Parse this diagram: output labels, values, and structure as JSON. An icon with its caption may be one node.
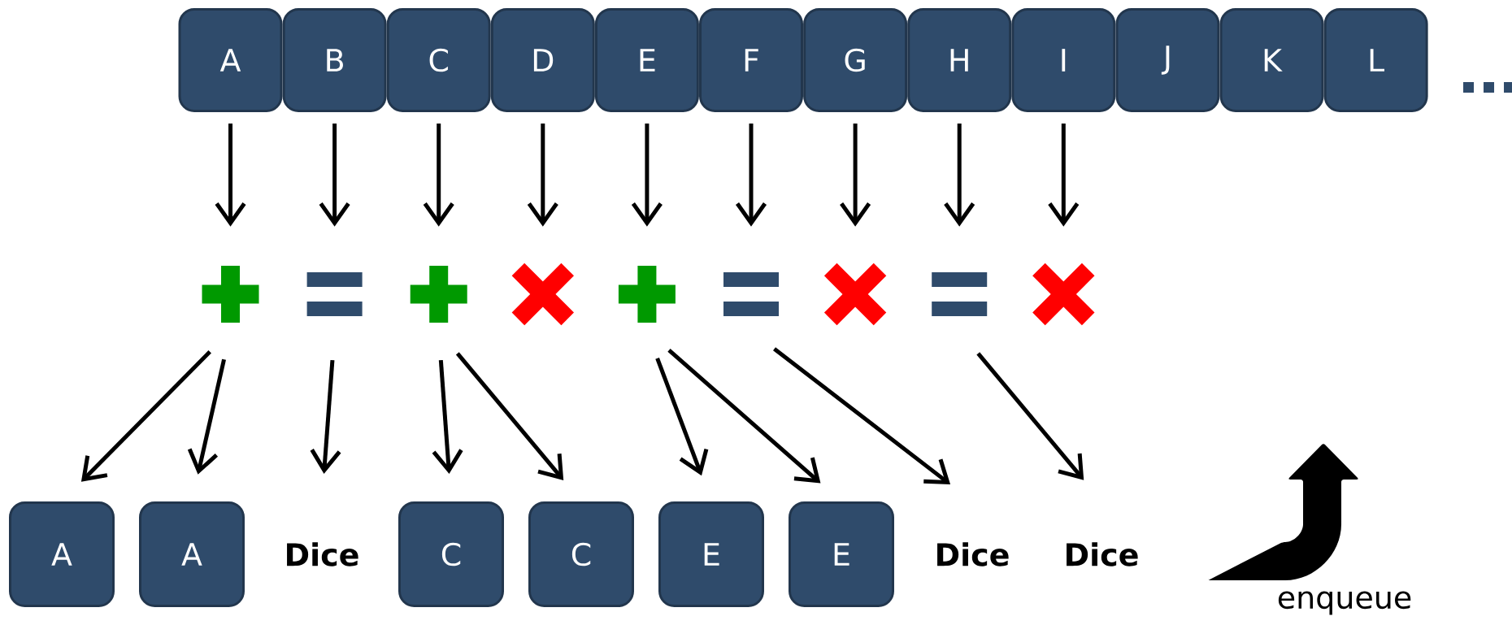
{
  "diagram": {
    "nodes": [
      {
        "text": [
          "A"
        ]
      },
      {
        "text": [
          "B"
        ]
      },
      {
        "text": [
          "C"
        ]
      },
      {
        "text": [
          "D"
        ]
      },
      {
        "text": [
          "E"
        ]
      },
      {
        "text": [
          "F"
        ]
      },
      {
        "text": [
          "G"
        ]
      },
      {
        "text": [
          "H"
        ]
      },
      {
        "text": [
          "I"
        ]
      },
      {
        "text": [
          "J"
        ]
      },
      {
        "text": [
          "K"
        ]
      },
      {
        "text": [
          "L"
        ]
      },
      {
        "text": [],
        "shape": "plus"
      },
      {
        "text": [],
        "shape": "equals"
      },
      {
        "text": [],
        "shape": "plus"
      },
      {
        "text": [],
        "shape": "cross"
      },
      {
        "text": [],
        "shape": "plus"
      },
      {
        "text": [],
        "shape": "equals"
      },
      {
        "text": [],
        "shape": "cross"
      },
      {
        "text": [],
        "shape": "equals"
      },
      {
        "text": [],
        "shape": "cross"
      },
      {
        "text": [
          "A"
        ]
      },
      {
        "text": [
          "A"
        ]
      },
      {
        "text": [
          "Dice"
        ]
      },
      {
        "text": [
          "C"
        ]
      },
      {
        "text": [
          "C"
        ]
      },
      {
        "text": [
          "E"
        ]
      },
      {
        "text": [
          "E"
        ]
      },
      {
        "text": [
          "Dice"
        ]
      },
      {
        "text": [
          "Dice"
        ]
      }
    ],
    "edges": [
      {
        "from": 0,
        "to": 12,
        "arrow": "to"
      },
      {
        "from": 1,
        "to": 13,
        "arrow": "to"
      },
      {
        "from": 2,
        "to": 14,
        "arrow": "to"
      },
      {
        "from": 3,
        "to": 15,
        "arrow": "to"
      },
      {
        "from": 4,
        "to": 16,
        "arrow": "to"
      },
      {
        "from": 5,
        "to": 17,
        "arrow": "to"
      },
      {
        "from": 6,
        "to": 18,
        "arrow": "to"
      },
      {
        "from": 7,
        "to": 19,
        "arrow": "to"
      },
      {
        "from": 8,
        "to": 20,
        "arrow": "to"
      },
      {
        "from": 12,
        "to": 21,
        "arrow": "to"
      },
      {
        "from": 12,
        "to": 22,
        "arrow": "to"
      },
      {
        "from": 13,
        "to": 23,
        "arrow": "to"
      },
      {
        "from": 14,
        "to": 24,
        "arrow": "to"
      },
      {
        "from": 14,
        "to": 25,
        "arrow": "to"
      },
      {
        "from": 16,
        "to": 26,
        "arrow": "to"
      },
      {
        "from": 16,
        "to": 27,
        "arrow": "to"
      },
      {
        "from": 17,
        "to": 28,
        "arrow": "to"
      },
      {
        "from": 19,
        "to": 29,
        "arrow": "to"
      }
    ],
    "labels": [
      "enqueue"
    ]
  }
}
